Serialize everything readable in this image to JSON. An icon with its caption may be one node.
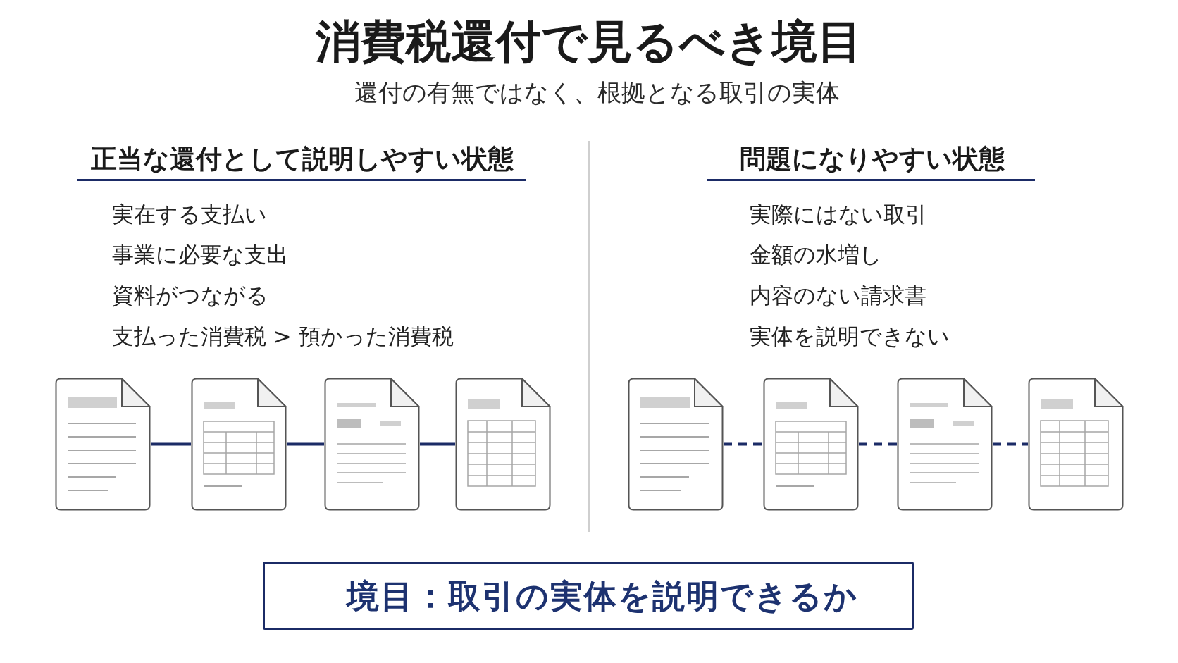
{
  "diagram": {
    "title": "消費税還付で見るべき境目",
    "nodes": [
      {
        "text": [],
        "shape": "document"
      },
      {
        "text": [],
        "shape": "document"
      },
      {
        "text": [],
        "shape": "document"
      },
      {
        "text": [],
        "shape": "document"
      },
      {
        "text": [],
        "shape": "document"
      },
      {
        "text": [],
        "shape": "document"
      },
      {
        "text": [],
        "shape": "document"
      },
      {
        "text": [],
        "shape": "document"
      },
      {
        "text": [
          "境目：取引の実体を説明できるか"
        ]
      }
    ],
    "edges": [
      {
        "from": 0,
        "to": 1,
        "arrow": "none"
      },
      {
        "from": 1,
        "to": 2,
        "arrow": "none"
      },
      {
        "from": 2,
        "to": 3,
        "arrow": "none"
      },
      {
        "from": 4,
        "to": 5,
        "arrow": "none",
        "style": "dashed"
      },
      {
        "from": 5,
        "to": 6,
        "arrow": "none",
        "style": "dashed"
      },
      {
        "from": 6,
        "to": 7,
        "arrow": "none",
        "style": "dashed"
      }
    ],
    "labels": [
      "還付の有無ではなく、根拠となる取引の実体",
      "正当な還付として説明しやすい状態",
      "実在する支払い",
      "事業に必要な支出",
      "資料がつながる",
      "支払った消費税 > 預かった消費税",
      "問題になりやすい状態",
      "実際にはない取引",
      "金額の水増し",
      "内容のない請求書",
      "実体を説明できない"
    ]
  }
}
